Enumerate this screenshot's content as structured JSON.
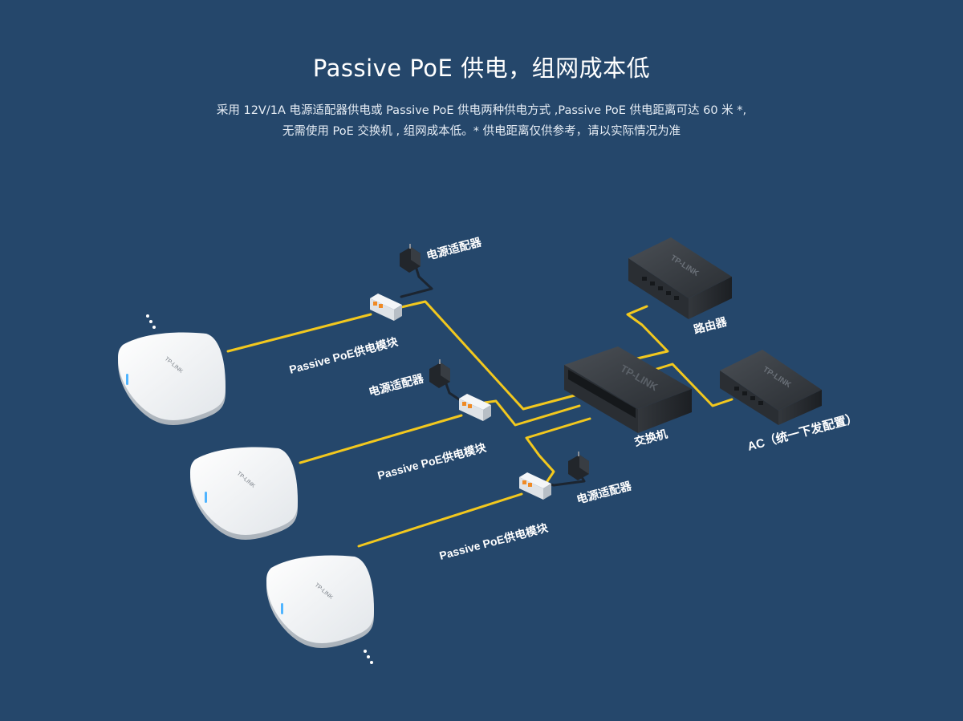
{
  "header": {
    "title": "Passive PoE 供电，组网成本低",
    "desc_line1": "采用 12V/1A 电源适配器供电或 Passive PoE 供电两种供电方式 ,Passive PoE 供电距离可达 60 米 *,",
    "desc_line2": "无需使用 PoE 交换机 , 组网成本低。* 供电距离仅供参考，请以实际情况为准"
  },
  "labels": {
    "adapter": "电源适配器",
    "poe_module": "Passive PoE供电模块",
    "switch": "交换机",
    "router": "路由器",
    "ac": "AC（统一下发配置）"
  },
  "device_logo": "TP-LINK",
  "colors": {
    "background": "#25476b",
    "cable_data": "#f2c81e",
    "cable_power": "#1c2530"
  }
}
